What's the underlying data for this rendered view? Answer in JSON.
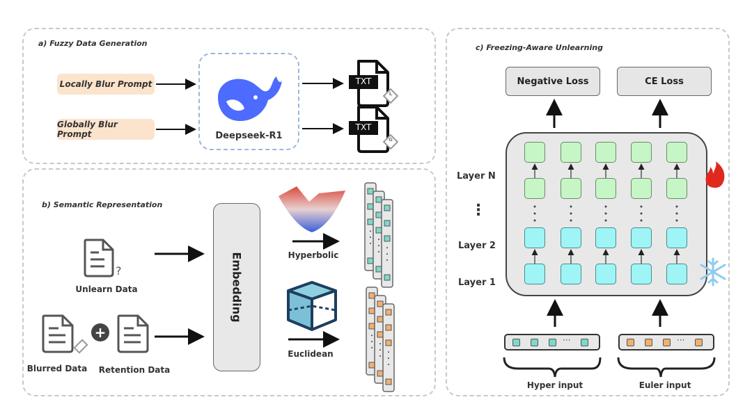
{
  "panels": {
    "a": {
      "title": "a) Fuzzy Data Generation",
      "prompts": [
        "Locally Blur Prompt",
        "Globally Blur Prompt"
      ],
      "model_label": "Deepseek-R1",
      "outputs": [
        {
          "badge": "TXT",
          "marker": "L"
        },
        {
          "badge": "TXT",
          "marker": "G"
        }
      ]
    },
    "b": {
      "title": "b) Semantic Representation",
      "unlearn_label": "Unlearn Data",
      "blurred_label": "Blurred Data",
      "retention_label": "Retention Data",
      "plus_symbol": "+",
      "embedding_label": "Embedding",
      "hyperbolic_label": "Hyperbolic",
      "euclidean_label": "Euclidean"
    },
    "c": {
      "title": "c) Freezing-Aware Unlearning",
      "losses": [
        "Negative Loss",
        "CE Loss"
      ],
      "layers": [
        "Layer N",
        "⋮",
        "Layer 2",
        "Layer 1"
      ],
      "inputs": [
        "Hyper input",
        "Euler input"
      ],
      "input_ellipsis": "···"
    }
  },
  "colors": {
    "prompt_bg": "#fbe3cc",
    "whale": "#4d6bfe",
    "trainable_cell": "#c6f5c6",
    "frozen_cell": "#9ff5f5",
    "flame": "#e0281e",
    "snowflake": "#8ecbf0",
    "hyper_marker": "#7fd8c8",
    "euler_marker": "#f0b070"
  }
}
